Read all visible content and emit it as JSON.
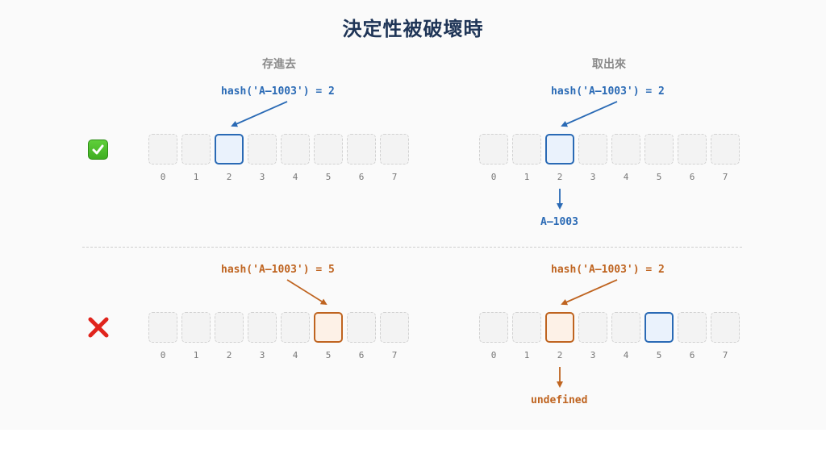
{
  "title": "決定性被破壞時",
  "columns": {
    "put": "存進去",
    "get": "取出來"
  },
  "indices": [
    "0",
    "1",
    "2",
    "3",
    "4",
    "5",
    "6",
    "7"
  ],
  "rows": [
    {
      "status": "success",
      "status_icon": "check-mark-icon",
      "put": {
        "label": "hash('A–1003') = 2",
        "highlight": 2,
        "color": "#2a6ab5"
      },
      "get": {
        "label": "hash('A–1003') = 2",
        "highlight": 2,
        "color": "#2a6ab5",
        "result": "A–1003"
      }
    },
    {
      "status": "failure",
      "status_icon": "cross-mark-icon",
      "put": {
        "label": "hash('A–1003') = 5",
        "highlight": 5,
        "color": "#bf6420"
      },
      "get": {
        "label": "hash('A–1003') = 2",
        "highlight": 2,
        "color": "#bf6420",
        "result": "undefined",
        "stored_at": 5
      }
    }
  ],
  "colors": {
    "title": "#1f3557",
    "blue": "#2a6ab5",
    "orange": "#bf6420",
    "header": "#8a8a8a"
  }
}
